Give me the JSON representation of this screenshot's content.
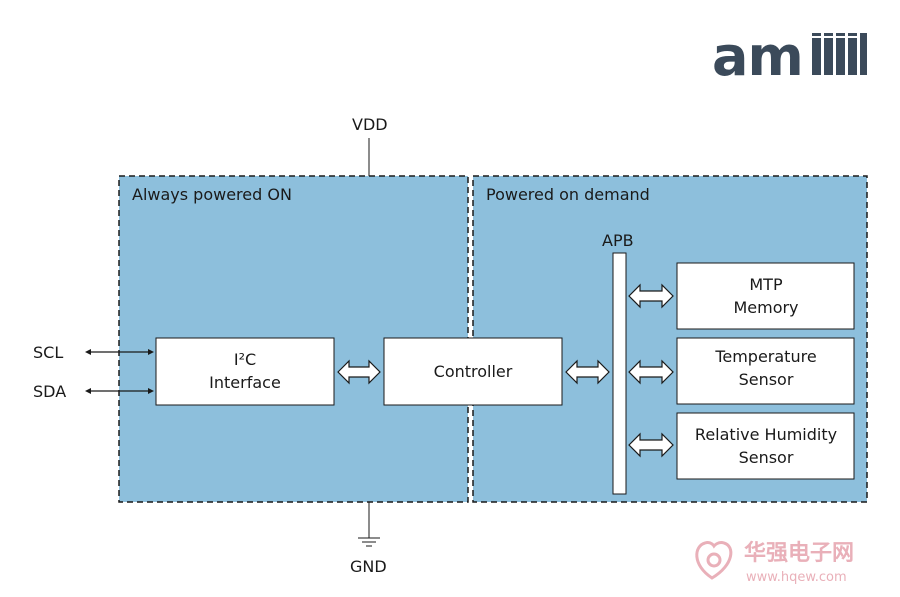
{
  "logo": {
    "text": "am",
    "mark_color": "#3b4a5a"
  },
  "power": {
    "vdd": "VDD",
    "gnd": "GND"
  },
  "regions": {
    "always_on": "Always powered ON",
    "on_demand": "Powered on demand"
  },
  "signals": {
    "scl": "SCL",
    "sda": "SDA"
  },
  "blocks": {
    "i2c_line1": "I²C",
    "i2c_line2": "Interface",
    "controller": "Controller",
    "apb": "APB",
    "mtp_line1": "MTP",
    "mtp_line2": "Memory",
    "temp_line1": "Temperature",
    "temp_line2": "Sensor",
    "rh_line1": "Relative Humidity",
    "rh_line2": "Sensor"
  },
  "watermark": {
    "cn": "华强电子网",
    "url": "www.hqew.com"
  },
  "colors": {
    "region_fill": "#8dbfdc",
    "block_fill": "#ffffff",
    "line": "#1a1a1a",
    "logo": "#3b4a5a",
    "watermark": "#e6a3ad"
  }
}
